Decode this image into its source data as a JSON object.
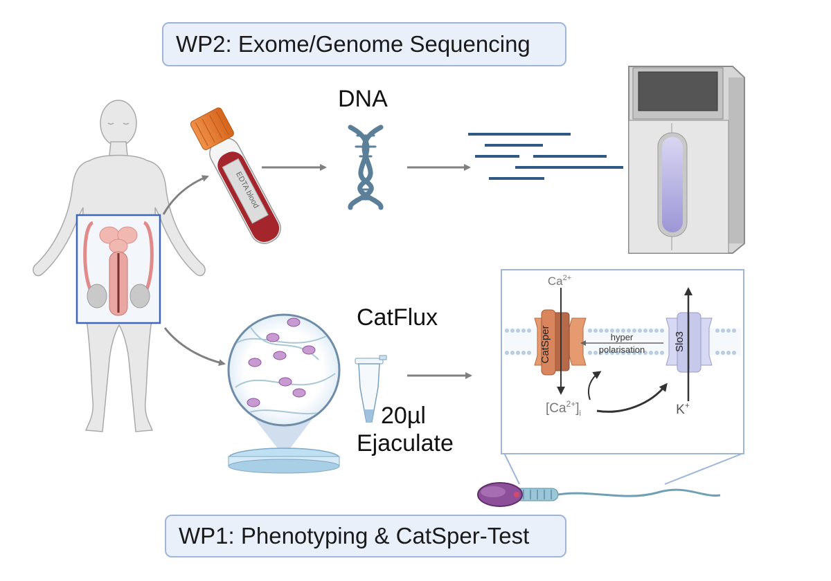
{
  "title_wp2": "WP2: Exome/Genome Sequencing",
  "title_wp1": "WP1: Phenotyping & CatSper-Test",
  "labels": {
    "dna": "DNA",
    "catflux": "CatFlux",
    "volume": "20µl",
    "sample": "Ejaculate",
    "tube_label": "EDTA blood"
  },
  "mechanism": {
    "ca_top": "Ca",
    "ca_top_sup": "2+",
    "catsper": "CatSper",
    "slo3": "Slo3",
    "hyper": "hyper",
    "polarisation": "polarisation",
    "ca_i_left": "[Ca",
    "ca_i_sup": "2+",
    "ca_i_right": "]",
    "ca_i_sub": "i",
    "k": "K",
    "k_sup": "+"
  },
  "colors": {
    "banner_fill": "#e9f0fa",
    "banner_border": "#9fb5d8",
    "arrow": "#808080",
    "dna": "#5b7f98",
    "reads": "#2f5a85",
    "blood": "#a4262c",
    "cap": "#e8782a",
    "catsper": "#d9865e",
    "slo3": "#c7c9ea",
    "sperm_head": "#8e4f9a",
    "sperm_tail": "#6f9fb3"
  }
}
